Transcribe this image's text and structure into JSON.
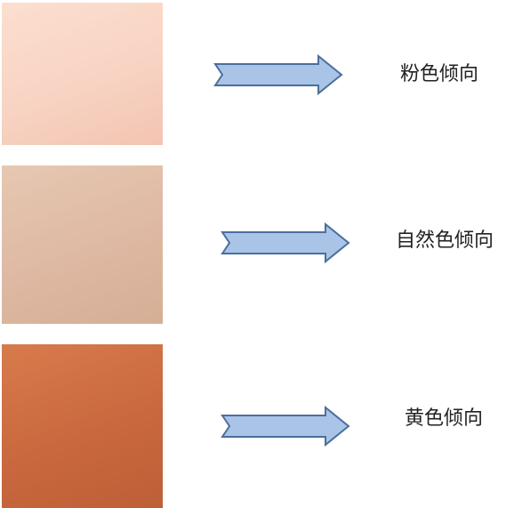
{
  "rows": [
    {
      "label": "粉色倾向",
      "swatch_colors": [
        "#fcdfcf",
        "#f8d3c3",
        "#f3c4b1"
      ],
      "arrow_icon": "right-arrow-icon",
      "arrow_fill": "#a9c4e6",
      "arrow_stroke": "#4a6f9c"
    },
    {
      "label": "自然色倾向",
      "swatch_colors": [
        "#e6c8b2",
        "#deb8a2",
        "#d6ae96"
      ],
      "arrow_icon": "right-arrow-icon",
      "arrow_fill": "#a9c4e6",
      "arrow_stroke": "#4a6f9c"
    },
    {
      "label": "黄色倾向",
      "swatch_colors": [
        "#d77b4c",
        "#c9683e",
        "#bd5f37"
      ],
      "arrow_icon": "right-arrow-icon",
      "arrow_fill": "#a9c4e6",
      "arrow_stroke": "#4a6f9c"
    }
  ]
}
